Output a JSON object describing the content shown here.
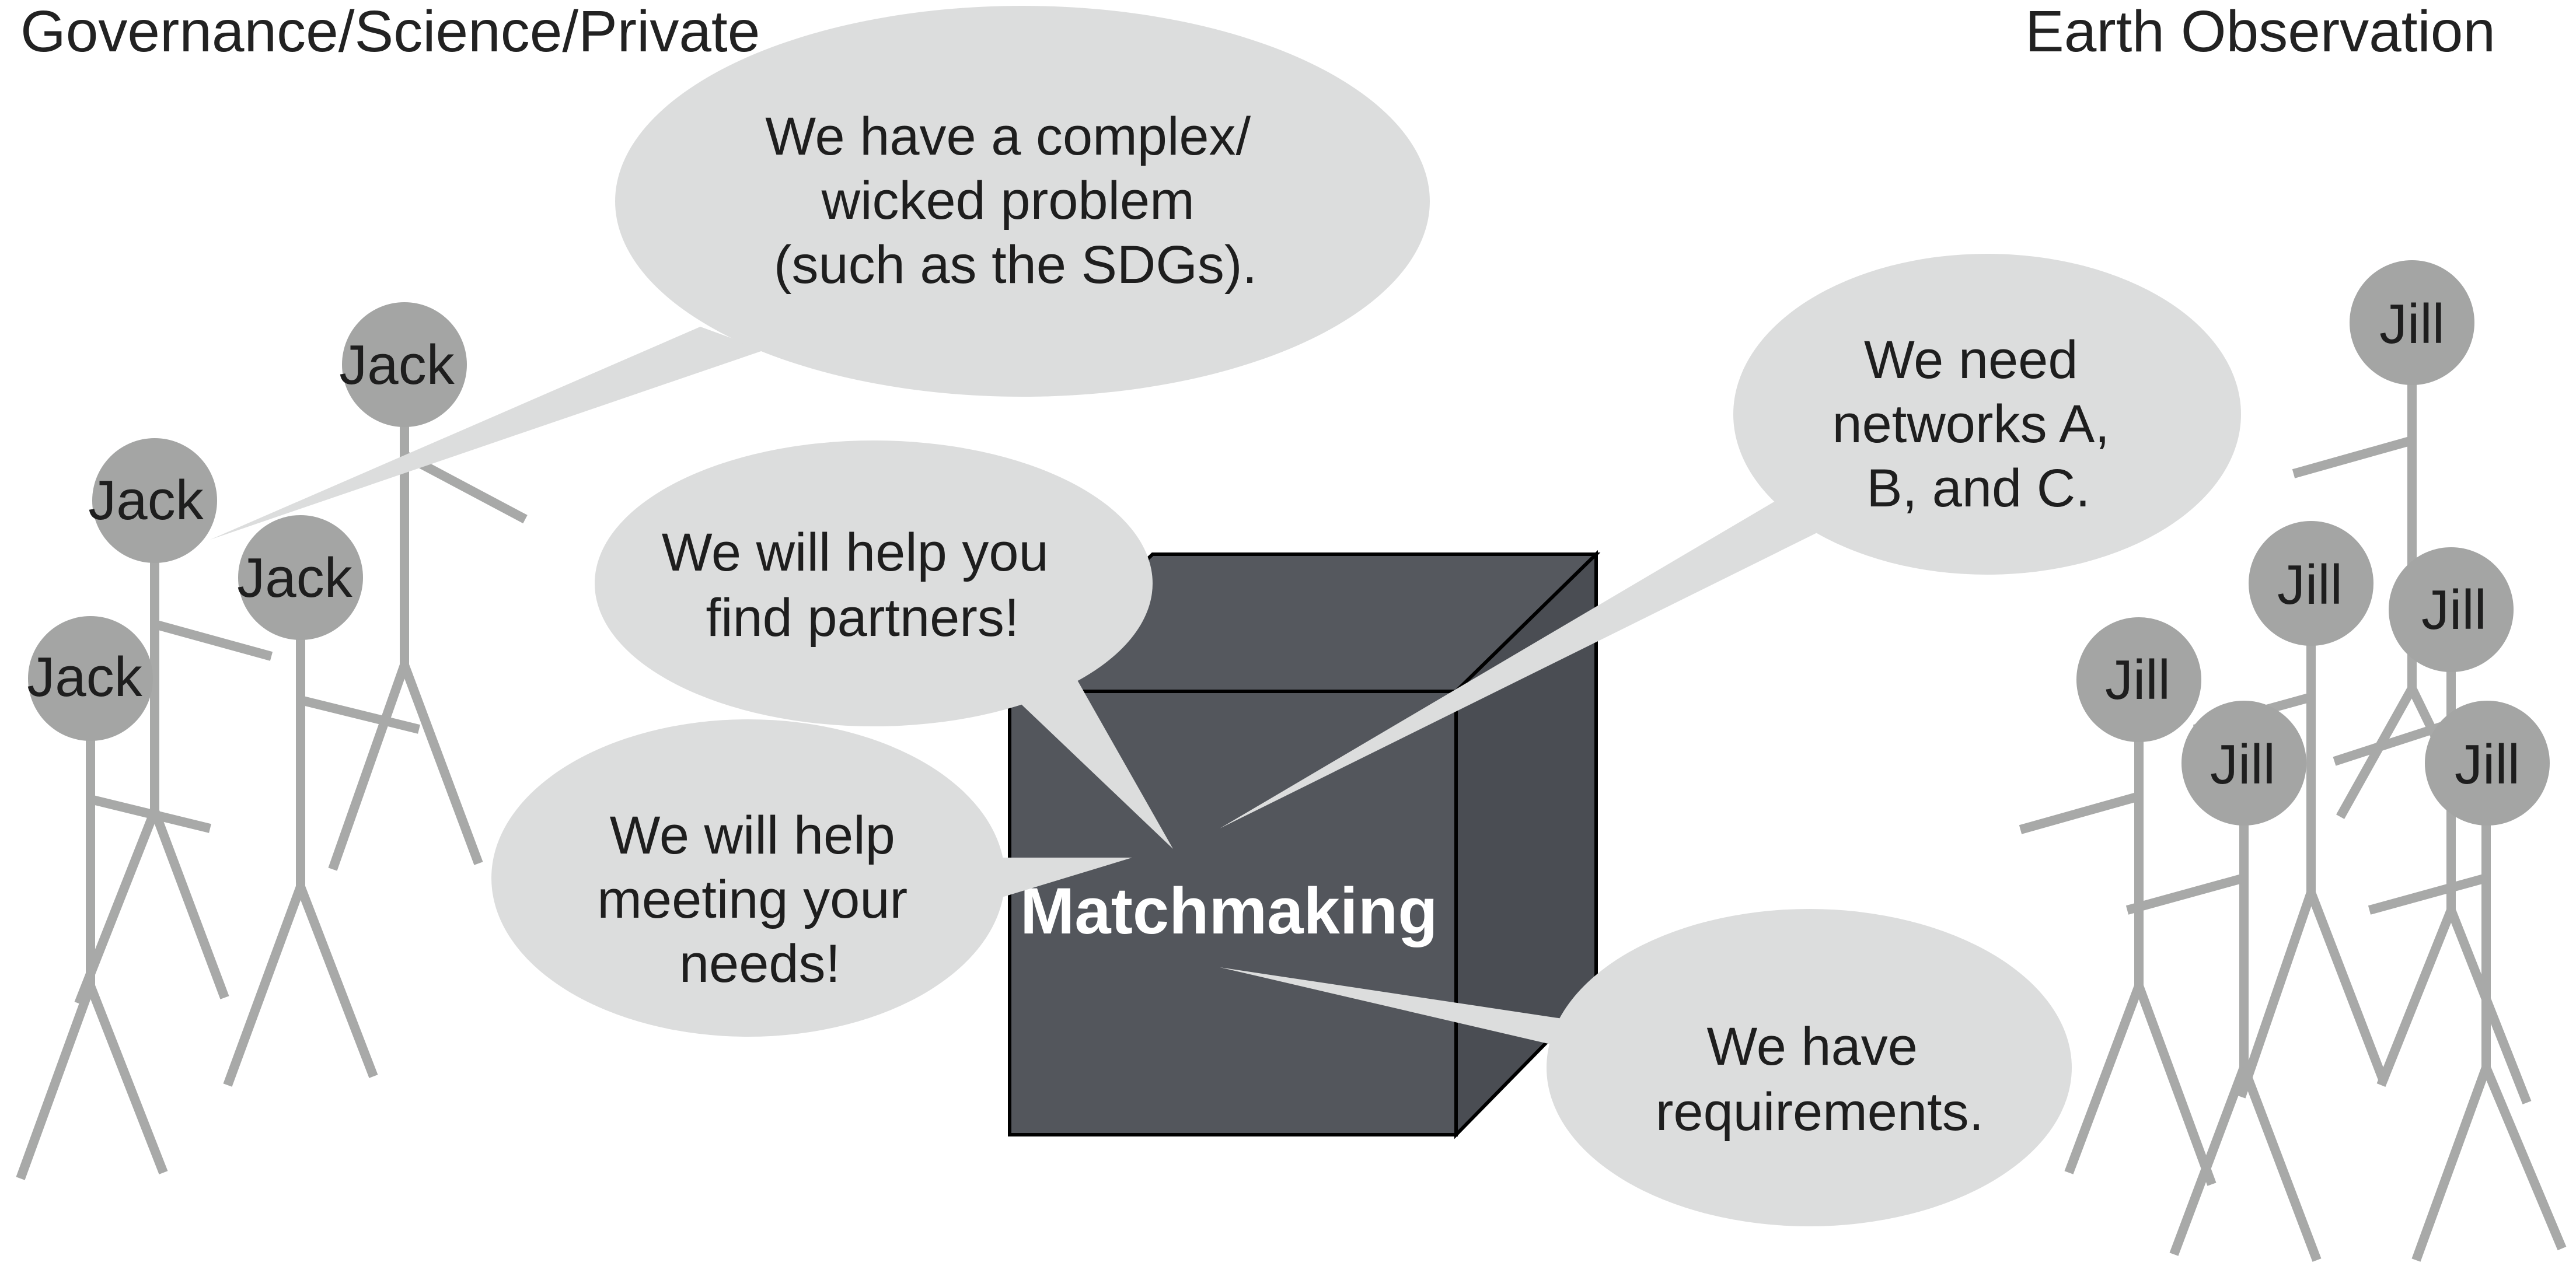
{
  "headers": {
    "left": "Governance/Science/Private",
    "right": "Earth Observation"
  },
  "center_box": {
    "label": "Matchmaking"
  },
  "speech_bubbles": [
    {
      "id": "complex-problem",
      "lines": [
        "We have a complex/",
        "wicked problem",
        "(such as the SDGs)."
      ]
    },
    {
      "id": "need-networks",
      "lines": [
        "We need",
        "networks A,",
        "B, and C."
      ]
    },
    {
      "id": "find-partners",
      "lines": [
        "We will help you",
        "find partners!"
      ]
    },
    {
      "id": "meeting-needs",
      "lines": [
        "We will help",
        "meeting your",
        "needs!"
      ]
    },
    {
      "id": "requirements",
      "lines": [
        "We have",
        "requirements."
      ]
    }
  ],
  "people": {
    "left_group": [
      "Jack",
      "Jack",
      "Jack",
      "Jack"
    ],
    "right_group": [
      "Jill",
      "Jill",
      "Jill",
      "Jill",
      "Jill",
      "Jill"
    ]
  },
  "colors": {
    "box_front": "#53565c",
    "box_side": "#4c4f55",
    "bubble": "#dcdddd",
    "figure": "#a8a9a8",
    "head": "#a4a5a4"
  }
}
